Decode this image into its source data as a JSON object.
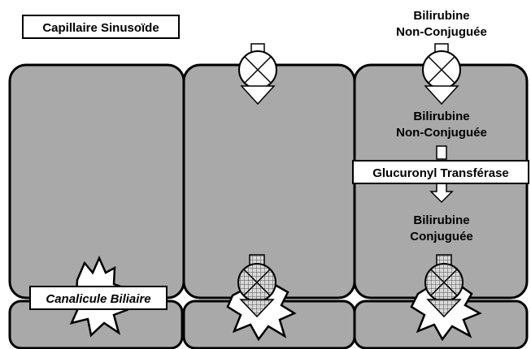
{
  "labels": {
    "sinusoid": "Capillaire Sinusoïde",
    "bile_canaliculus": "Canalicule Biliaire",
    "bilirubin_unconj_top_line1": "Bilirubine",
    "bilirubin_unconj_top_line2": "Non-Conjuguée",
    "bilirubin_unconj_mid_line1": "Bilirubine",
    "bilirubin_unconj_mid_line2": "Non-Conjuguée",
    "enzyme": "Glucuronyl Transférase",
    "bilirubin_conj_line1": "Bilirubine",
    "bilirubin_conj_line2": "Conjuguée"
  },
  "colors": {
    "cell_fill": "#a9a9a9",
    "outline": "#000000",
    "label_box_fill": "#ffffff",
    "canaliculus_fill": "#ffffff"
  },
  "icons": {
    "uptake_transporter": "circle-x-transporter-icon",
    "export_transporter": "hatched-circle-x-transporter-icon",
    "arrow": "down-arrow-icon"
  }
}
